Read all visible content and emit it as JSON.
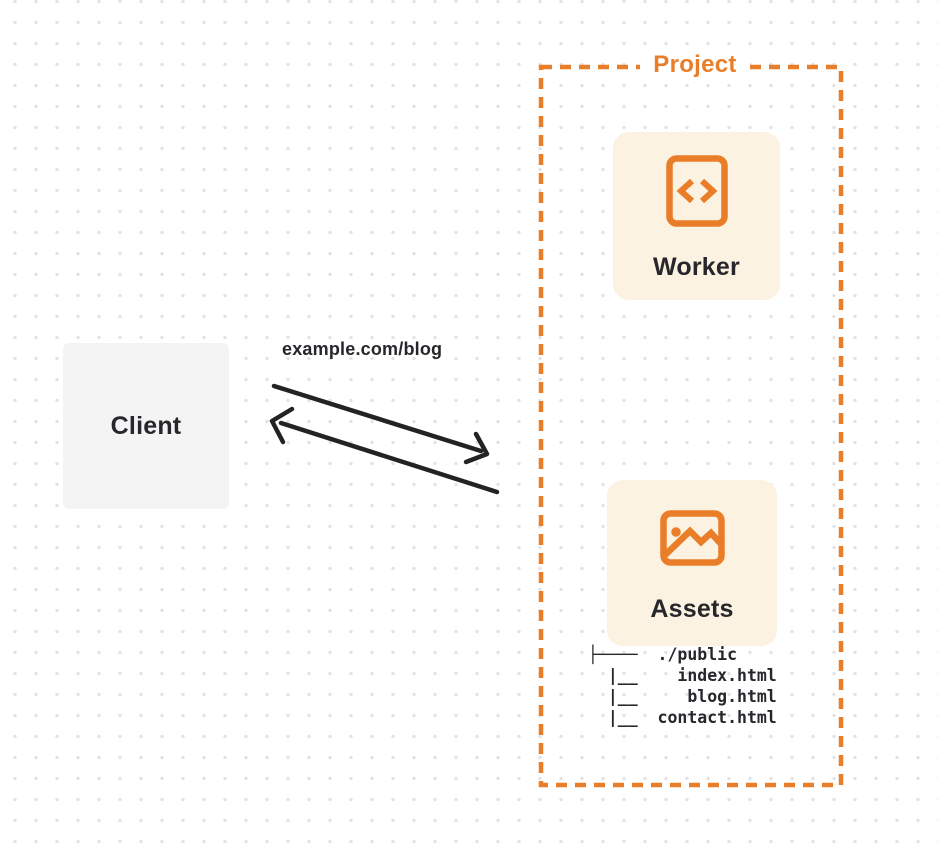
{
  "theme": {
    "canvas_bg": "#ffffff",
    "dot": "#e3e3e6",
    "accent": "#ea7d27",
    "card_bg": "#fcf2e2",
    "client_bg": "#f4f4f5",
    "arrow": "#232326",
    "text": "#26262b"
  },
  "client": {
    "label": "Client"
  },
  "request": {
    "url_label": "example.com/blog",
    "request_arrow_icon": "arrow-down-right",
    "response_arrow_icon": "arrow-up-left"
  },
  "project": {
    "label": "Project"
  },
  "worker": {
    "label": "Worker",
    "icon": "code-file-icon"
  },
  "assets": {
    "label": "Assets",
    "icon": "image-icon",
    "file_tree": [
      "├────  ./public",
      "  |__    index.html",
      "  |__     blog.html",
      "  |__  contact.html"
    ]
  }
}
